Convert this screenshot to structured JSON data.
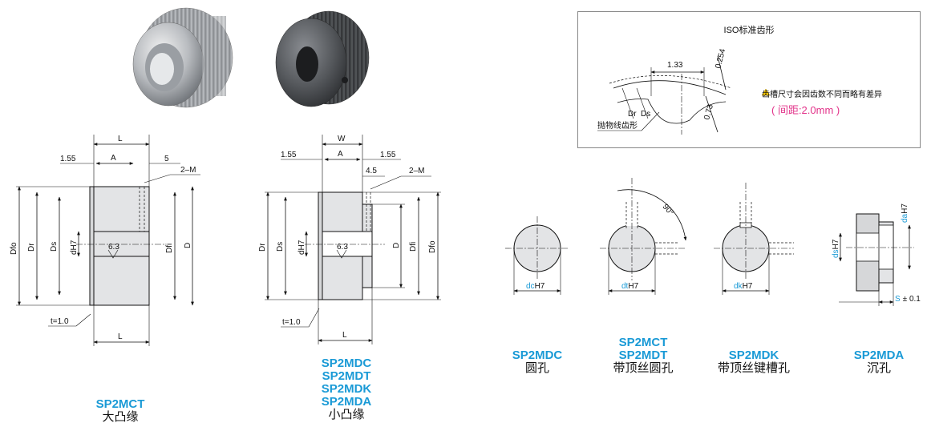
{
  "iso": {
    "title": "ISO标准齿形",
    "note": "齿槽尺寸会因齿数不同而略有差异",
    "pitch": "( 间距:2.0mm )",
    "dims": {
      "pitch": "1.33",
      "height1": "0.254",
      "height2": "0.73",
      "dr": "Dr",
      "ds": "Ds",
      "parabola": "抛物线齿形"
    }
  },
  "drawing_left": {
    "dims": {
      "L": "L",
      "A": "A",
      "d155": "1.55",
      "d5": "5",
      "m": "2–M",
      "dfo": "Dfo",
      "dr": "Dr",
      "ds": "Ds",
      "dh7": "dH7",
      "dfi": "Dfi",
      "d": "D",
      "t": "t=1.0",
      "rough": "6.3"
    },
    "caption": {
      "code": "SP2MCT",
      "name": "大凸缘"
    }
  },
  "drawing_mid": {
    "dims": {
      "W": "W",
      "A": "A",
      "d155a": "1.55",
      "d155b": "1.55",
      "d45": "4.5",
      "m": "2–M",
      "dr": "Dr",
      "ds": "Ds",
      "dh7": "dH7",
      "d": "D",
      "dfi": "Dfi",
      "dfo": "Dfo",
      "t": "t=1.0",
      "L": "L",
      "rough": "6.3"
    },
    "caption": {
      "codes": [
        "SP2MDC",
        "SP2MDT",
        "SP2MDK",
        "SP2MDA"
      ],
      "name": "小凸缘"
    }
  },
  "bores": [
    {
      "codes": [
        "SP2MDC"
      ],
      "name": "圆孔",
      "dim_prefix": "dc",
      "dim_suffix": "H7"
    },
    {
      "codes": [
        "SP2MCT",
        "SP2MDT"
      ],
      "name": "带顶丝圆孔",
      "dim_prefix": "dt",
      "dim_suffix": "H7",
      "angle": "90°"
    },
    {
      "codes": [
        "SP2MDK"
      ],
      "name": "带顶丝键槽孔",
      "dim_prefix": "dk",
      "dim_suffix": "H7"
    },
    {
      "codes": [
        "SP2MDA"
      ],
      "name": "沉孔",
      "dim_ds": "ds",
      "dim_da": "da",
      "dim_suffix": "H7",
      "dim_s": "S",
      "dim_s_tol": "± 0.1"
    }
  ],
  "colors": {
    "accent": "#1a9ad6",
    "pitch": "#e2338a",
    "warning": "#f5c400"
  }
}
